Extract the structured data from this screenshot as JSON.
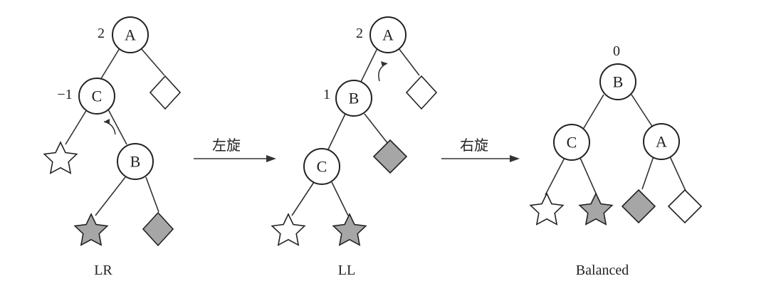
{
  "panels": [
    {
      "caption": "LR",
      "nodes": [
        {
          "label": "A",
          "balance": "2"
        },
        {
          "label": "C",
          "balance": "−1"
        },
        {
          "label": "B",
          "balance": ""
        }
      ]
    },
    {
      "caption": "LL",
      "nodes": [
        {
          "label": "A",
          "balance": "2"
        },
        {
          "label": "B",
          "balance": "1"
        },
        {
          "label": "C",
          "balance": ""
        }
      ]
    },
    {
      "caption": "Balanced",
      "nodes": [
        {
          "label": "B",
          "balance": "0"
        },
        {
          "label": "C",
          "balance": ""
        },
        {
          "label": "A",
          "balance": ""
        }
      ]
    }
  ],
  "operations": {
    "first": "左旋",
    "second": "右旋"
  },
  "colors": {
    "stroke": "#222222",
    "subtree_white": "#ffffff",
    "subtree_gray": "#a6a6a6"
  },
  "subtree_shapes": [
    "star-icon",
    "diamond-icon"
  ]
}
